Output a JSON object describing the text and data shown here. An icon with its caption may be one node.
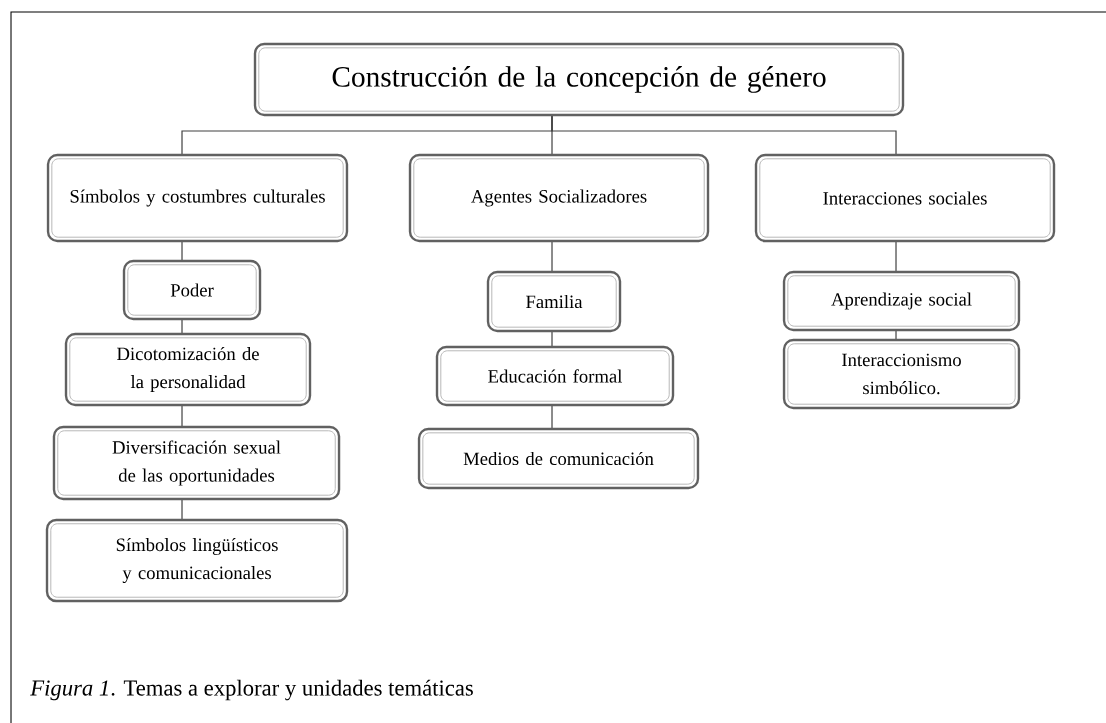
{
  "diagram": {
    "caption": "*Figura 1*.  Temas a explorar y unidades temáticas",
    "nodes": [
      {
        "text": [
          "Construcción de la concepción de género"
        ]
      },
      {
        "text": [
          "Símbolos y costumbres culturales"
        ]
      },
      {
        "text": [
          "Agentes Socializadores"
        ]
      },
      {
        "text": [
          "Interacciones sociales"
        ]
      },
      {
        "text": [
          "Poder"
        ]
      },
      {
        "text": [
          "Dicotomización de la personalidad"
        ]
      },
      {
        "text": [
          "Diversificación sexual de las oportunidades"
        ]
      },
      {
        "text": [
          "Símbolos lingüísticos y comunicacionales"
        ]
      },
      {
        "text": [
          "Familia"
        ]
      },
      {
        "text": [
          "Educación formal"
        ]
      },
      {
        "text": [
          "Medios de comunicación"
        ]
      },
      {
        "text": [
          "Aprendizaje social"
        ]
      },
      {
        "text": [
          "Interaccionismo simbólico."
        ]
      }
    ],
    "edges": [
      {
        "from": 0,
        "to": 1,
        "arrow": "none"
      },
      {
        "from": 0,
        "to": 2,
        "arrow": "none"
      },
      {
        "from": 0,
        "to": 3,
        "arrow": "none"
      },
      {
        "from": 1,
        "to": 4,
        "arrow": "none"
      },
      {
        "from": 4,
        "to": 5,
        "arrow": "none"
      },
      {
        "from": 5,
        "to": 6,
        "arrow": "none"
      },
      {
        "from": 6,
        "to": 7,
        "arrow": "none"
      },
      {
        "from": 2,
        "to": 8,
        "arrow": "none"
      },
      {
        "from": 8,
        "to": 9,
        "arrow": "none"
      },
      {
        "from": 9,
        "to": 10,
        "arrow": "none"
      },
      {
        "from": 3,
        "to": 11,
        "arrow": "none"
      },
      {
        "from": 11,
        "to": 12,
        "arrow": "none"
      }
    ]
  }
}
